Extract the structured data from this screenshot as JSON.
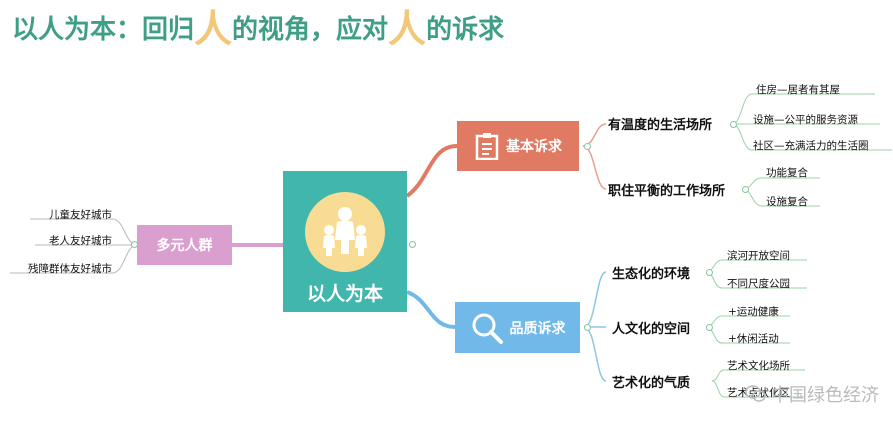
{
  "title": {
    "part1": "以人为本：回归",
    "big1": "人",
    "part2": "的视角，应对",
    "big2": "人",
    "part3": "的诉求"
  },
  "center": {
    "label": "以人为本"
  },
  "branches": {
    "basic": {
      "label": "基本诉求",
      "children": [
        {
          "label": "有温度的生活场所",
          "items": [
            "住房—居者有其屋",
            "设施—公平的服务资源",
            "社区—充满活力的生活圈"
          ]
        },
        {
          "label": "职住平衡的工作场所",
          "items": [
            "功能复合",
            "设施复合"
          ]
        }
      ]
    },
    "quality": {
      "label": "品质诉求",
      "children": [
        {
          "label": "生态化的环境",
          "items": [
            "滨河开放空间",
            "不同尺度公园"
          ]
        },
        {
          "label": "人文化的空间",
          "items": [
            "+运动健康",
            "+休闲活动"
          ]
        },
        {
          "label": "艺术化的气质",
          "items": [
            "艺术文化场所",
            "艺术点状化区"
          ]
        }
      ]
    },
    "multi": {
      "label": "多元人群",
      "items": [
        "儿童友好城市",
        "老人友好城市",
        "残障群体友好城市"
      ]
    }
  },
  "watermark": "中国绿色经济",
  "colors": {
    "title": "#3f9f86",
    "title_accent": "#f1c77a",
    "center": "#40b6ad",
    "basic": "#e07a63",
    "quality": "#70b9e9",
    "multi": "#da9fcf"
  }
}
